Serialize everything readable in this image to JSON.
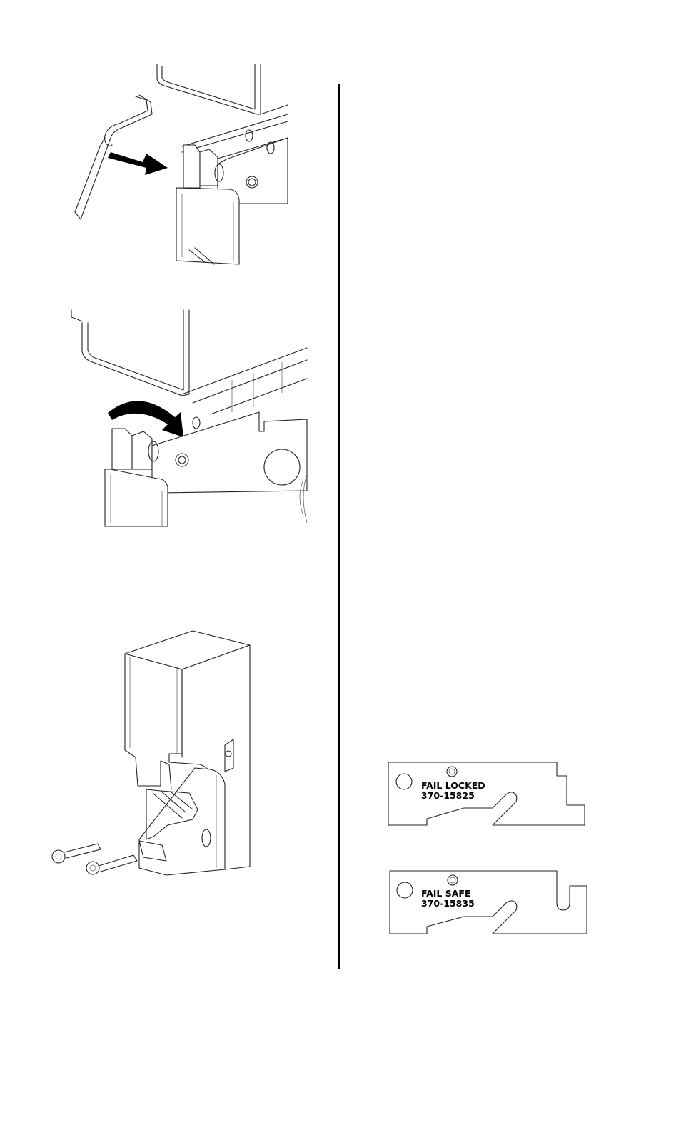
{
  "figures": [
    {
      "id": "spring-clip-insert"
    },
    {
      "id": "spring-clip-rotate"
    },
    {
      "id": "housing-with-screws"
    }
  ],
  "plates": [
    {
      "label": "FAIL LOCKED",
      "part_number": "370-15825"
    },
    {
      "label": "FAIL SAFE",
      "part_number": "370-15835"
    }
  ]
}
